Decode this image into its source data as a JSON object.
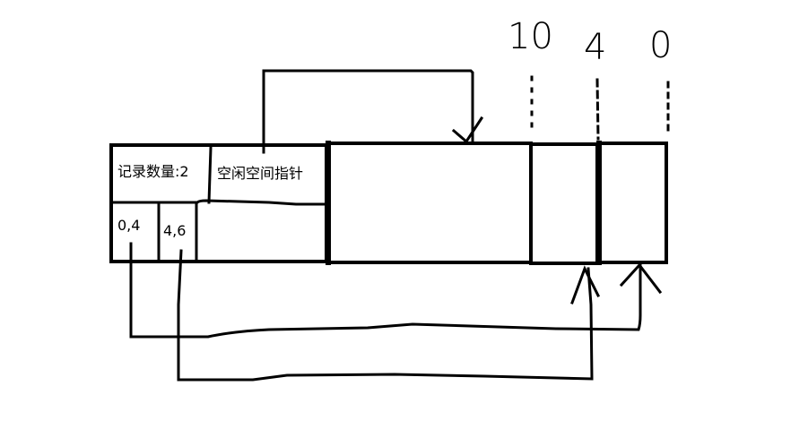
{
  "diagram": {
    "title": "",
    "header": {
      "record_count_label": "记录数量:2",
      "free_space_pointer_label": "空闲空间指针",
      "slots": [
        {
          "entry": "0,4"
        },
        {
          "entry": "4,6"
        }
      ]
    },
    "regions": [
      {
        "name": "free-space",
        "label": ""
      },
      {
        "name": "record-2",
        "label": ""
      },
      {
        "name": "record-1",
        "label": ""
      }
    ],
    "offsets": [
      "10",
      "4",
      "0"
    ],
    "arrows": [
      {
        "from": "free-space-pointer",
        "to": "free-space-region-end"
      },
      {
        "from": "slot-0,4",
        "to": "record-at-offset-0"
      },
      {
        "from": "slot-4,6",
        "to": "record-at-offset-4"
      }
    ],
    "colors": {
      "stroke": "#000000",
      "background": "#ffffff"
    }
  }
}
